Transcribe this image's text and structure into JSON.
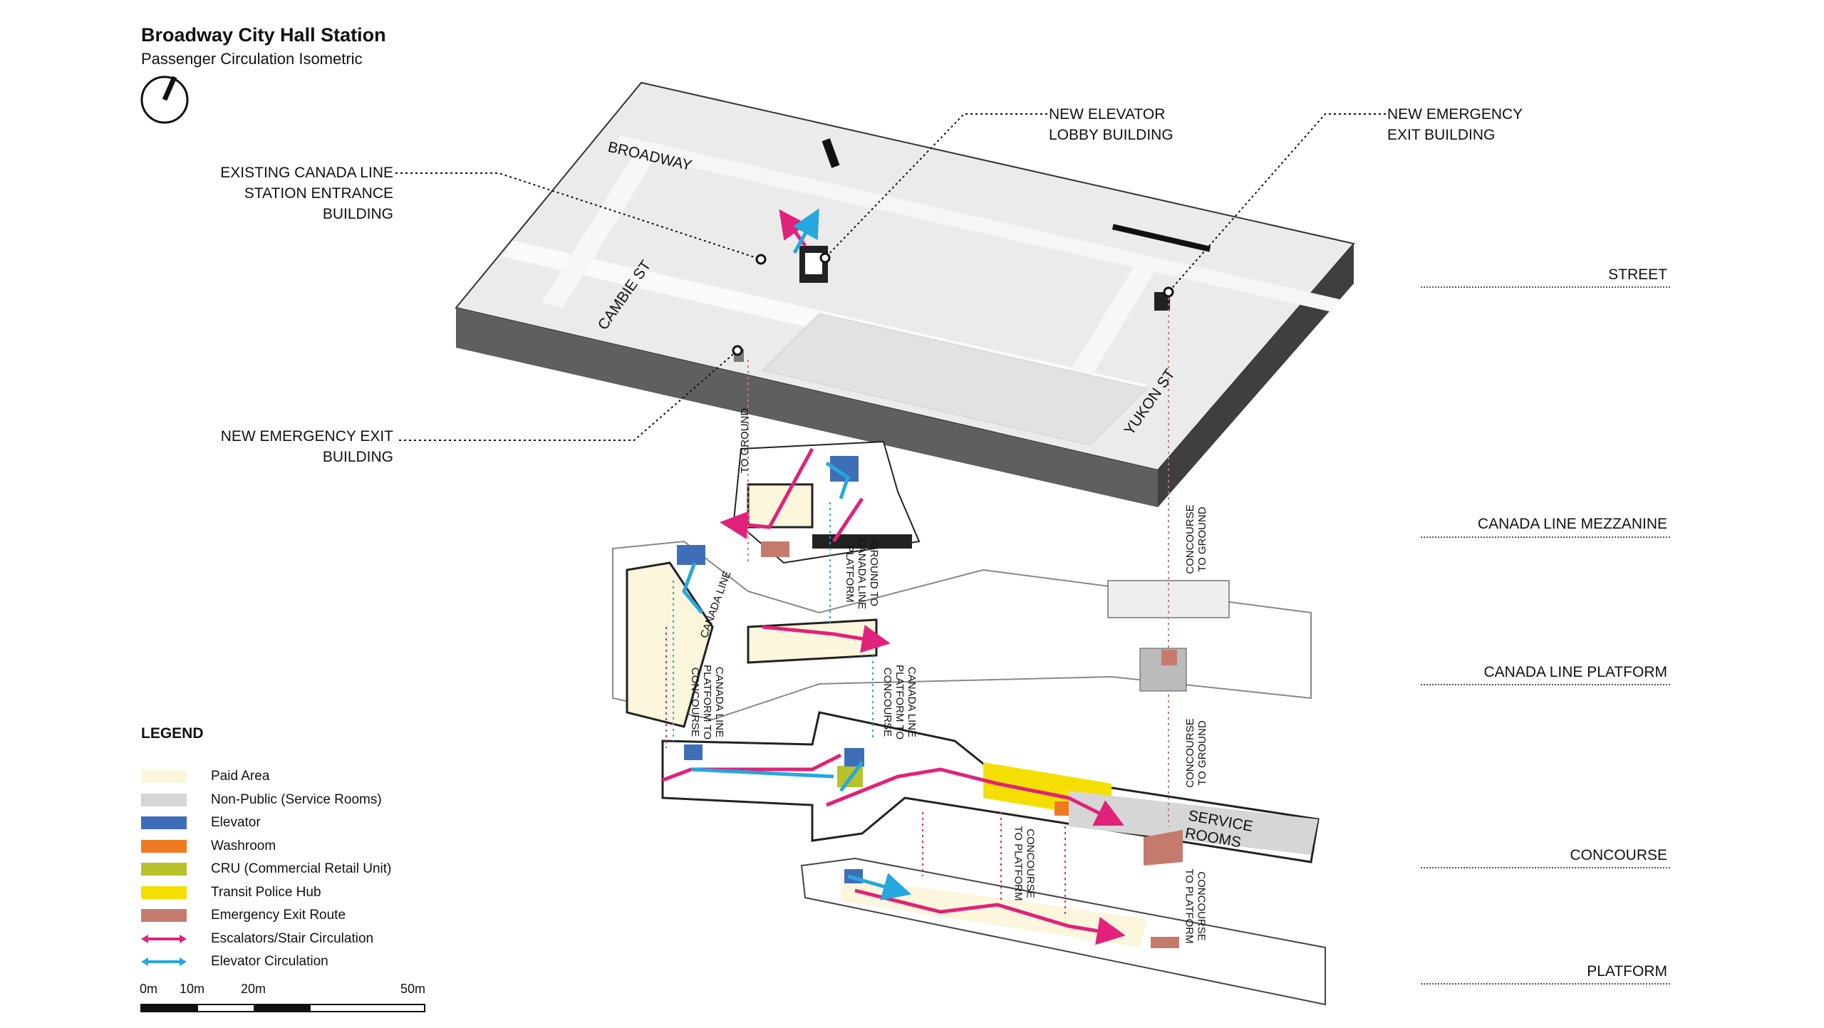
{
  "title": "Broadway City Hall Station",
  "subtitle": "Passenger Circulation Isometric",
  "callouts": {
    "existing_entrance": [
      "EXISTING CANADA LINE",
      "STATION ENTRANCE",
      "BUILDING"
    ],
    "new_elevator": [
      "NEW ELEVATOR",
      "LOBBY BUILDING"
    ],
    "new_emergency_top": [
      "NEW EMERGENCY",
      "EXIT BUILDING"
    ],
    "new_emergency_left": [
      "NEW EMERGENCY EXIT",
      "BUILDING"
    ]
  },
  "streets": {
    "broadway": "BROADWAY",
    "cambie": "CAMBIE ST",
    "yukon": "YUKON ST",
    "canada_line": "CANADA LINE"
  },
  "levels": [
    "STREET",
    "CANADA LINE MEZZANINE",
    "CANADA LINE PLATFORM",
    "CONCOURSE",
    "PLATFORM"
  ],
  "vertical_labels": {
    "to_ground": "TO GROUND",
    "ground_to_platform": [
      "GROUND TO",
      "CANADA LINE",
      "PLATFORM"
    ],
    "cl_platform_to_concourse_a": [
      "CANADA LINE",
      "PLATFORM TO",
      "CONCOURSE"
    ],
    "cl_platform_to_concourse_b": [
      "CANADA LINE",
      "PLATFORM TO",
      "CONCOURSE"
    ],
    "concourse_to_ground_a": [
      "CONCOURSE",
      "TO GROUND"
    ],
    "concourse_to_ground_b": [
      "CONCOURSE",
      "TO GROUND"
    ],
    "concourse_to_platform_a": [
      "CONCOURSE",
      "TO PLATFORM"
    ],
    "concourse_to_platform_b": [
      "CONCOURSE",
      "TO PLATFORM"
    ],
    "service_rooms": [
      "SERVICE",
      "ROOMS"
    ]
  },
  "legend": {
    "title": "LEGEND",
    "items": [
      {
        "label": "Paid Area",
        "color": "#fbf6dc",
        "kind": "fill"
      },
      {
        "label": "Non-Public (Service Rooms)",
        "color": "#d6d6d6",
        "kind": "fill"
      },
      {
        "label": "Elevator",
        "color": "#3e6eb8",
        "kind": "fill"
      },
      {
        "label": "Washroom",
        "color": "#ee7b22",
        "kind": "fill"
      },
      {
        "label": "CRU (Commercial Retail Unit)",
        "color": "#b8c22a",
        "kind": "fill"
      },
      {
        "label": "Transit Police Hub",
        "color": "#f4df00",
        "kind": "fill"
      },
      {
        "label": "Emergency Exit Route",
        "color": "#c47b6e",
        "kind": "fill"
      },
      {
        "label": "Escalators/Stair Circulation",
        "color": "#e0227a",
        "kind": "arrow"
      },
      {
        "label": "Elevator Circulation",
        "color": "#25a8de",
        "kind": "arrow"
      }
    ]
  },
  "scale": {
    "labels": [
      "0m",
      "10m",
      "20m",
      "50m"
    ]
  }
}
